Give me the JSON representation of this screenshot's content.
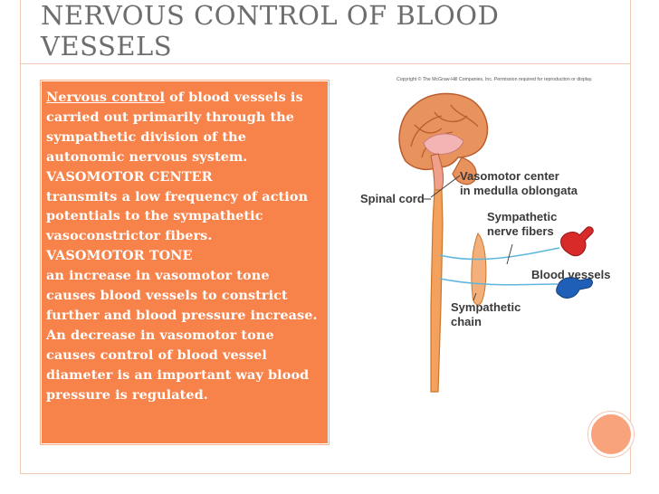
{
  "title": "NERVOUS CONTROL OF BLOOD VESSELS",
  "body": {
    "underlined_lead": "Nervous control",
    "para1_rest": " of blood vessels is carried out primarily through the sympathetic division of the autonomic nervous system.",
    "heading_vasomotor_center": "VASOMOTOR CENTER",
    "para2": "transmits a low frequency of action potentials to the sympathetic  vasoconstrictor fibers.",
    "heading_vasomotor_tone": "VASOMOTOR TONE",
    "para3": "an increase  in vasomotor tone causes blood vessels to constrict further and blood pressure increase.",
    "para4": "An decrease in vasomotor tone causes control of blood vessel diameter is an important way blood pressure is regulated."
  },
  "figure": {
    "copyright": "Copyright © The McGraw-Hill Companies, Inc. Permission required for reproduction or display.",
    "labels": {
      "vasomotor_line1": "Vasomotor center",
      "vasomotor_line2": "in medulla oblongata",
      "spinal_cord": "Spinal cord",
      "sympathetic_line1": "Sympathetic",
      "sympathetic_line2": "nerve fibers",
      "blood_vessels": "Blood vessels",
      "chain_line1": "Sympathetic",
      "chain_line2": "chain"
    }
  },
  "colors": {
    "accent": "#f7834a",
    "frame": "#f2c9b4",
    "title": "#6d6d6d"
  }
}
